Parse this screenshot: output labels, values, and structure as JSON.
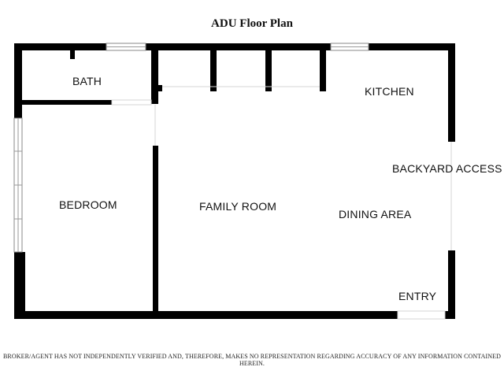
{
  "title": "ADU Floor Plan",
  "rooms": {
    "bath": "BATH",
    "kitchen": "KITCHEN",
    "backyard_access": "BACKYARD ACCESS",
    "bedroom": "BEDROOM",
    "family_room": "FAMILY ROOM",
    "dining_area": "DINING AREA",
    "entry": "ENTRY"
  },
  "disclaimer": "BROKER/AGENT HAS NOT INDEPENDENTLY VERIFIED AND, THEREFORE, MAKES NO REPRESENTATION REGARDING ACCURACY OF ANY INFORMATION CONTAINED HEREIN.",
  "colors": {
    "wall": "#000000",
    "window": "#9a9a9a",
    "opening": "#dddddd"
  }
}
